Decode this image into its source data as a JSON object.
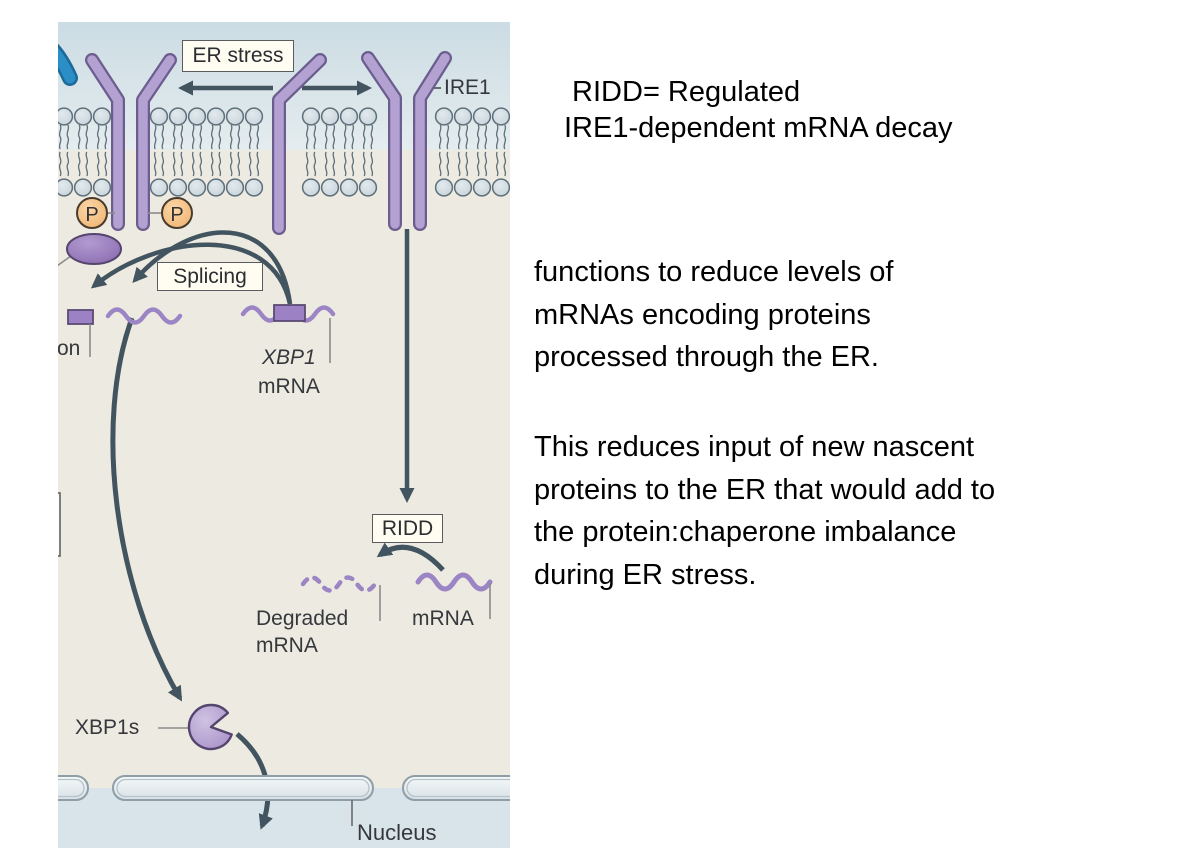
{
  "diagram": {
    "er_stress": "ER stress",
    "ire1": "IRE1",
    "phospho": "P",
    "splicing": "Splicing",
    "intron_partial": "ron",
    "xbp1_gene": "XBP1",
    "xbp1_mrna_word": "mRNA",
    "ridd": "RIDD",
    "degraded_line1": "Degraded",
    "degraded_line2": "mRNA",
    "mrna": "mRNA",
    "xbp1s": "XBP1s",
    "nucleus": "Nucleus"
  },
  "notes": {
    "definition": " RIDD= Regulated\nIRE1-dependent mRNA decay",
    "function_text": "functions to reduce levels of\nmRNAs encoding proteins\nprocessed through the ER.",
    "consequence_text": "This reduces input of new nascent\nproteins to the ER that would add to\nthe protein:chaperone imbalance\nduring ER stress."
  },
  "colors": {
    "protein_purple_fill": "#b3a1d2",
    "protein_purple_stroke": "#6b5d8e",
    "arrow_slate": "#42545f",
    "phosphate_orange": "#f3bc7e",
    "lipid_head": "#cfd9de",
    "er_lumen_blue": "#d2e0e7",
    "cytosol_beige": "#edeae1",
    "nucleus_blue": "#d9e4ea",
    "label_box_bg": "#fffdf2",
    "mrna_purple": "#9b85c5",
    "blue_protein": "#2b8ec6"
  }
}
